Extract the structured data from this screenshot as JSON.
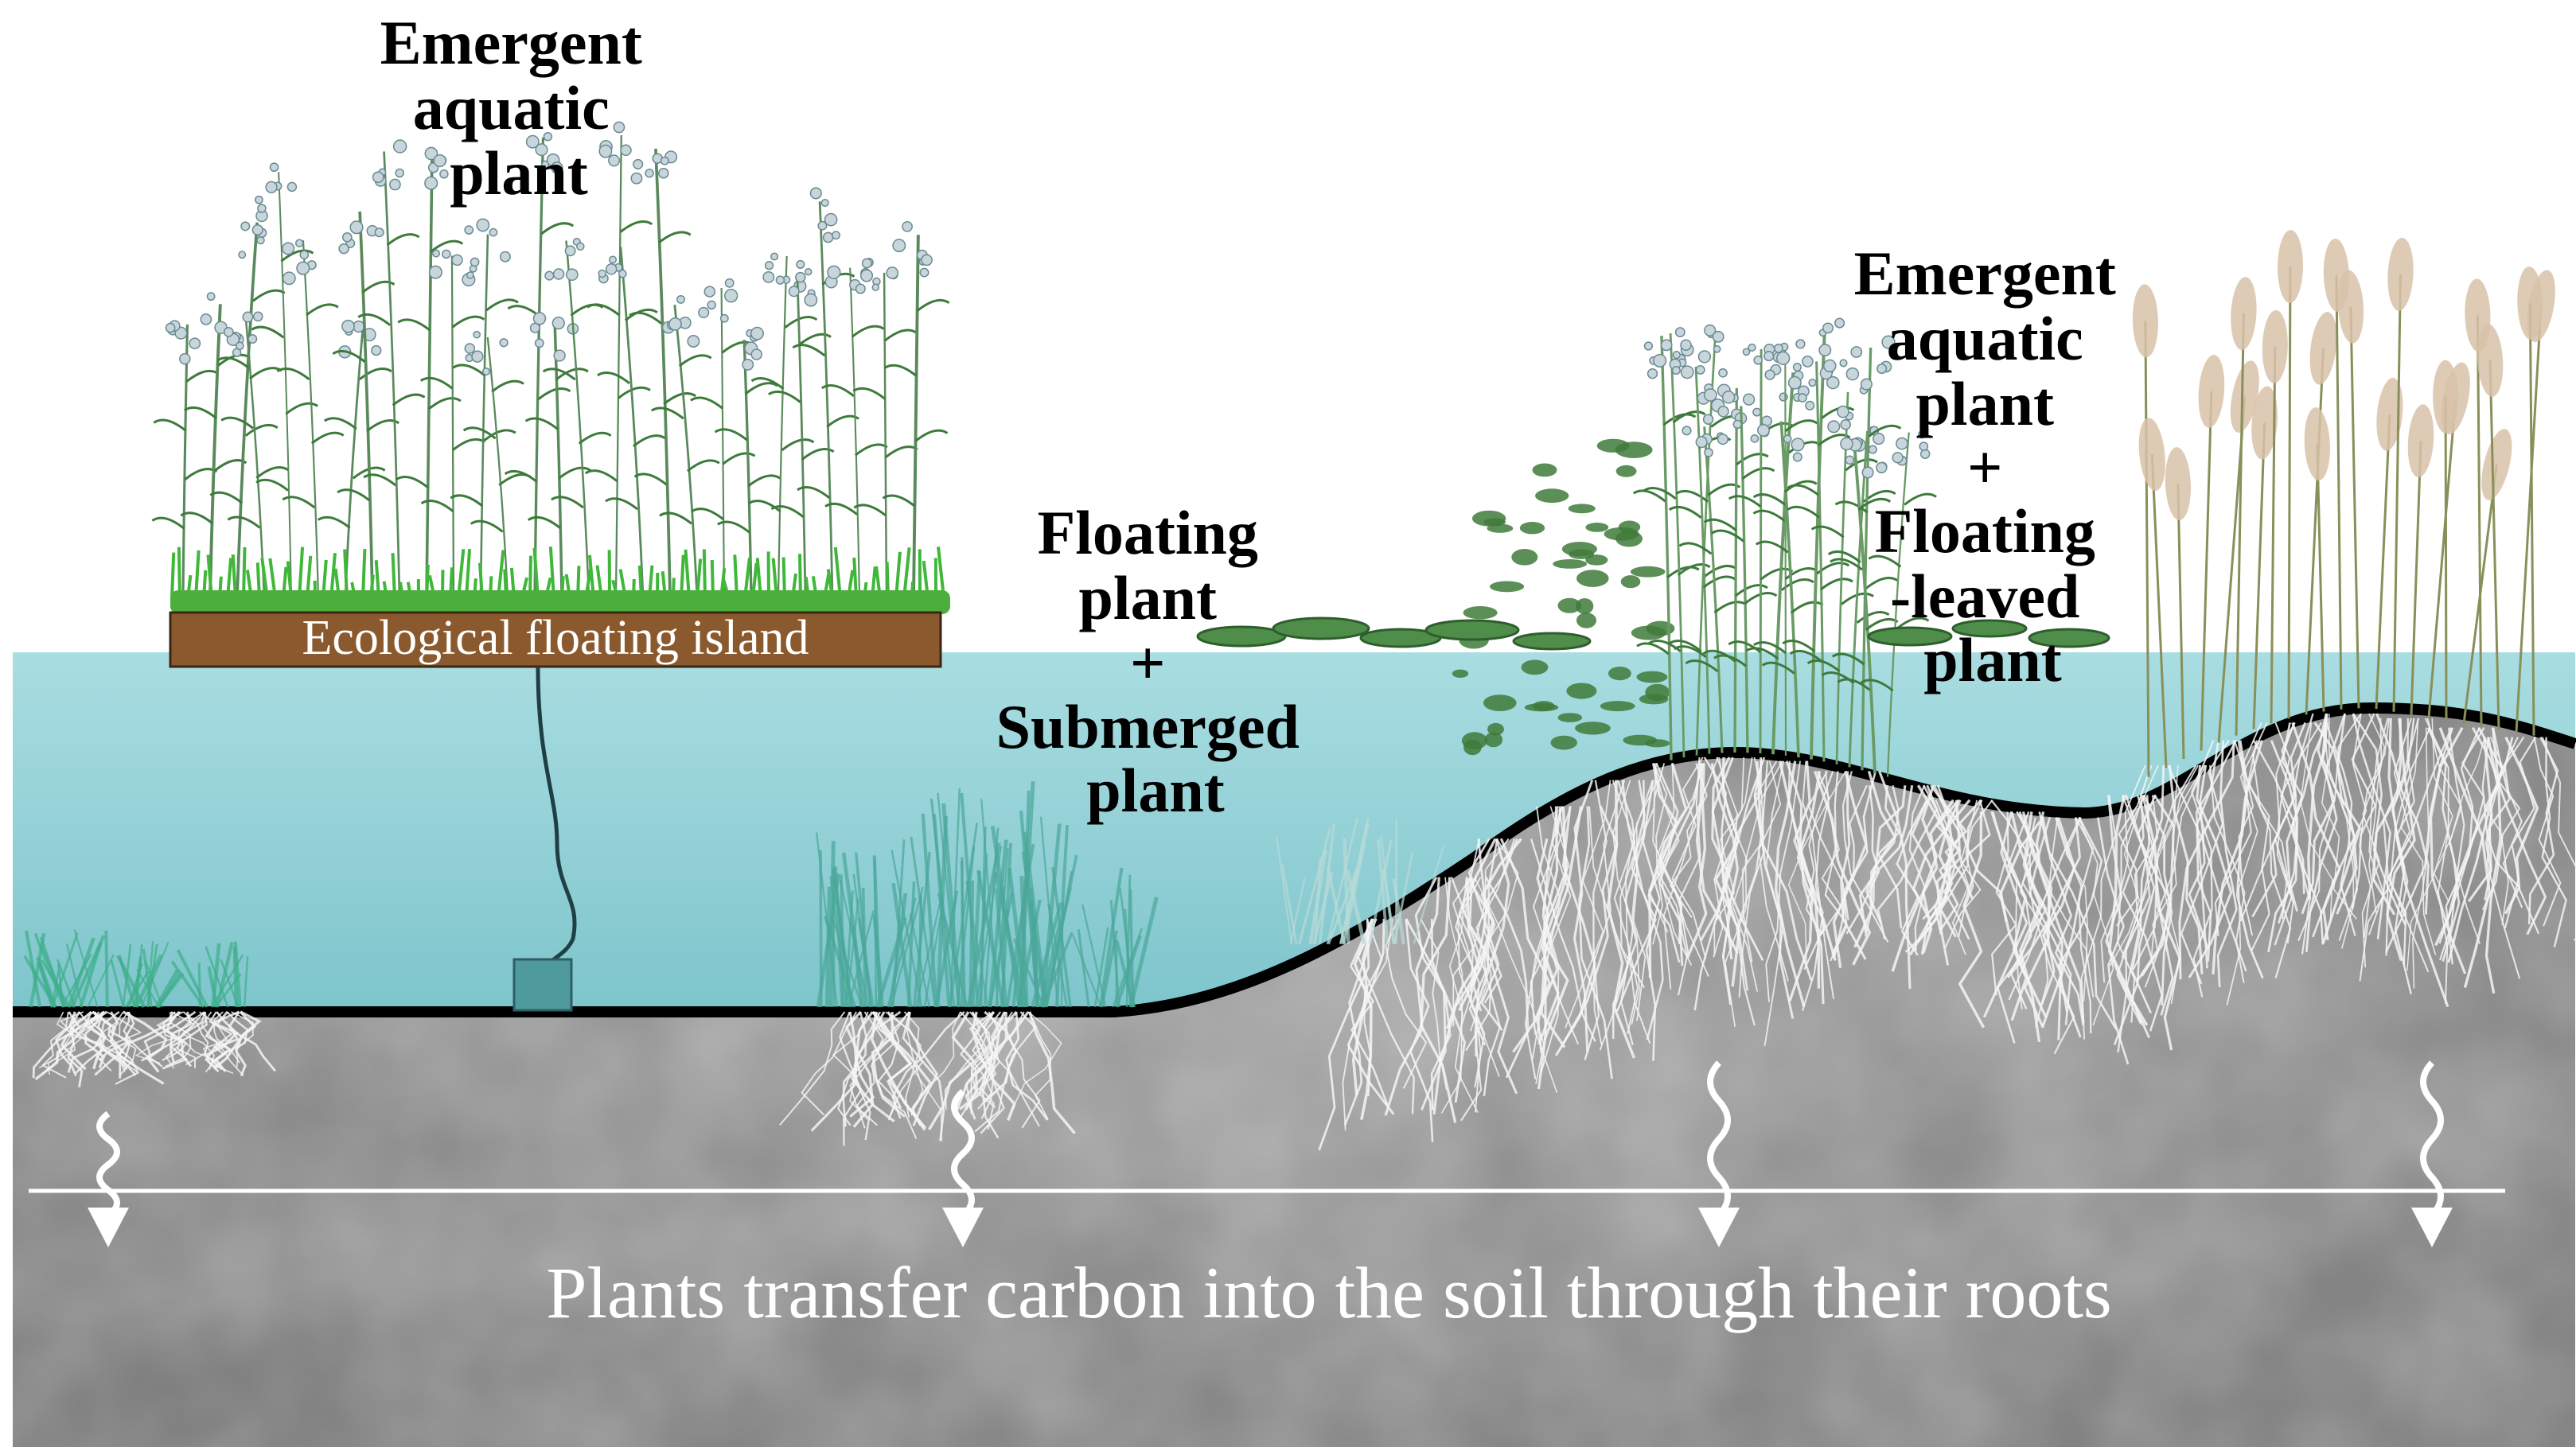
{
  "labels": {
    "island_plant": [
      "Emergent",
      "aquatic",
      "plant"
    ],
    "middle_zone": [
      "Floating",
      "plant",
      "+",
      "Submerged",
      "plant"
    ],
    "right_zone": [
      "Emergent",
      "aquatic",
      "plant",
      "+",
      "Floating",
      "-leaved",
      "plant"
    ],
    "island": "Ecological floating island",
    "caption": "Plants transfer carbon into the soil through their roots"
  },
  "colors": {
    "water": "#8fd0d6",
    "soil": "#8a8a8a",
    "island_soil": "#8a5a2e",
    "grass": "#4caf3c",
    "outline": "#000000",
    "roots": "#f2f2f2"
  },
  "icons": [
    "wavy-down-arrow-icon",
    "wavy-down-arrow-icon",
    "wavy-down-arrow-icon",
    "wavy-down-arrow-icon"
  ]
}
